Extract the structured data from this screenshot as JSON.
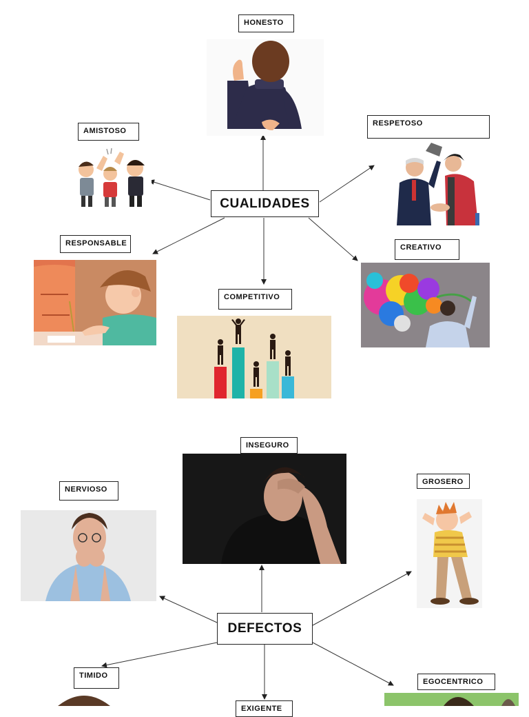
{
  "qualities": {
    "hub": "CUALIDADES",
    "honesto": "HONESTO",
    "amistoso": "AMISTOSO",
    "respetoso": "RESPETOSO",
    "responsable": "RESPONSABLE",
    "competitivo": "COMPETITIVO",
    "creativo": "CREATIVO"
  },
  "defects": {
    "hub": "DEFECTOS",
    "inseguro": "INSEGURO",
    "nervioso": "NERVIOSO",
    "grosero": "GROSERO",
    "timido": "TIMIDO",
    "egocentrico": "EGOCENTRICO",
    "bottom_partial": "EXIGENTE"
  }
}
